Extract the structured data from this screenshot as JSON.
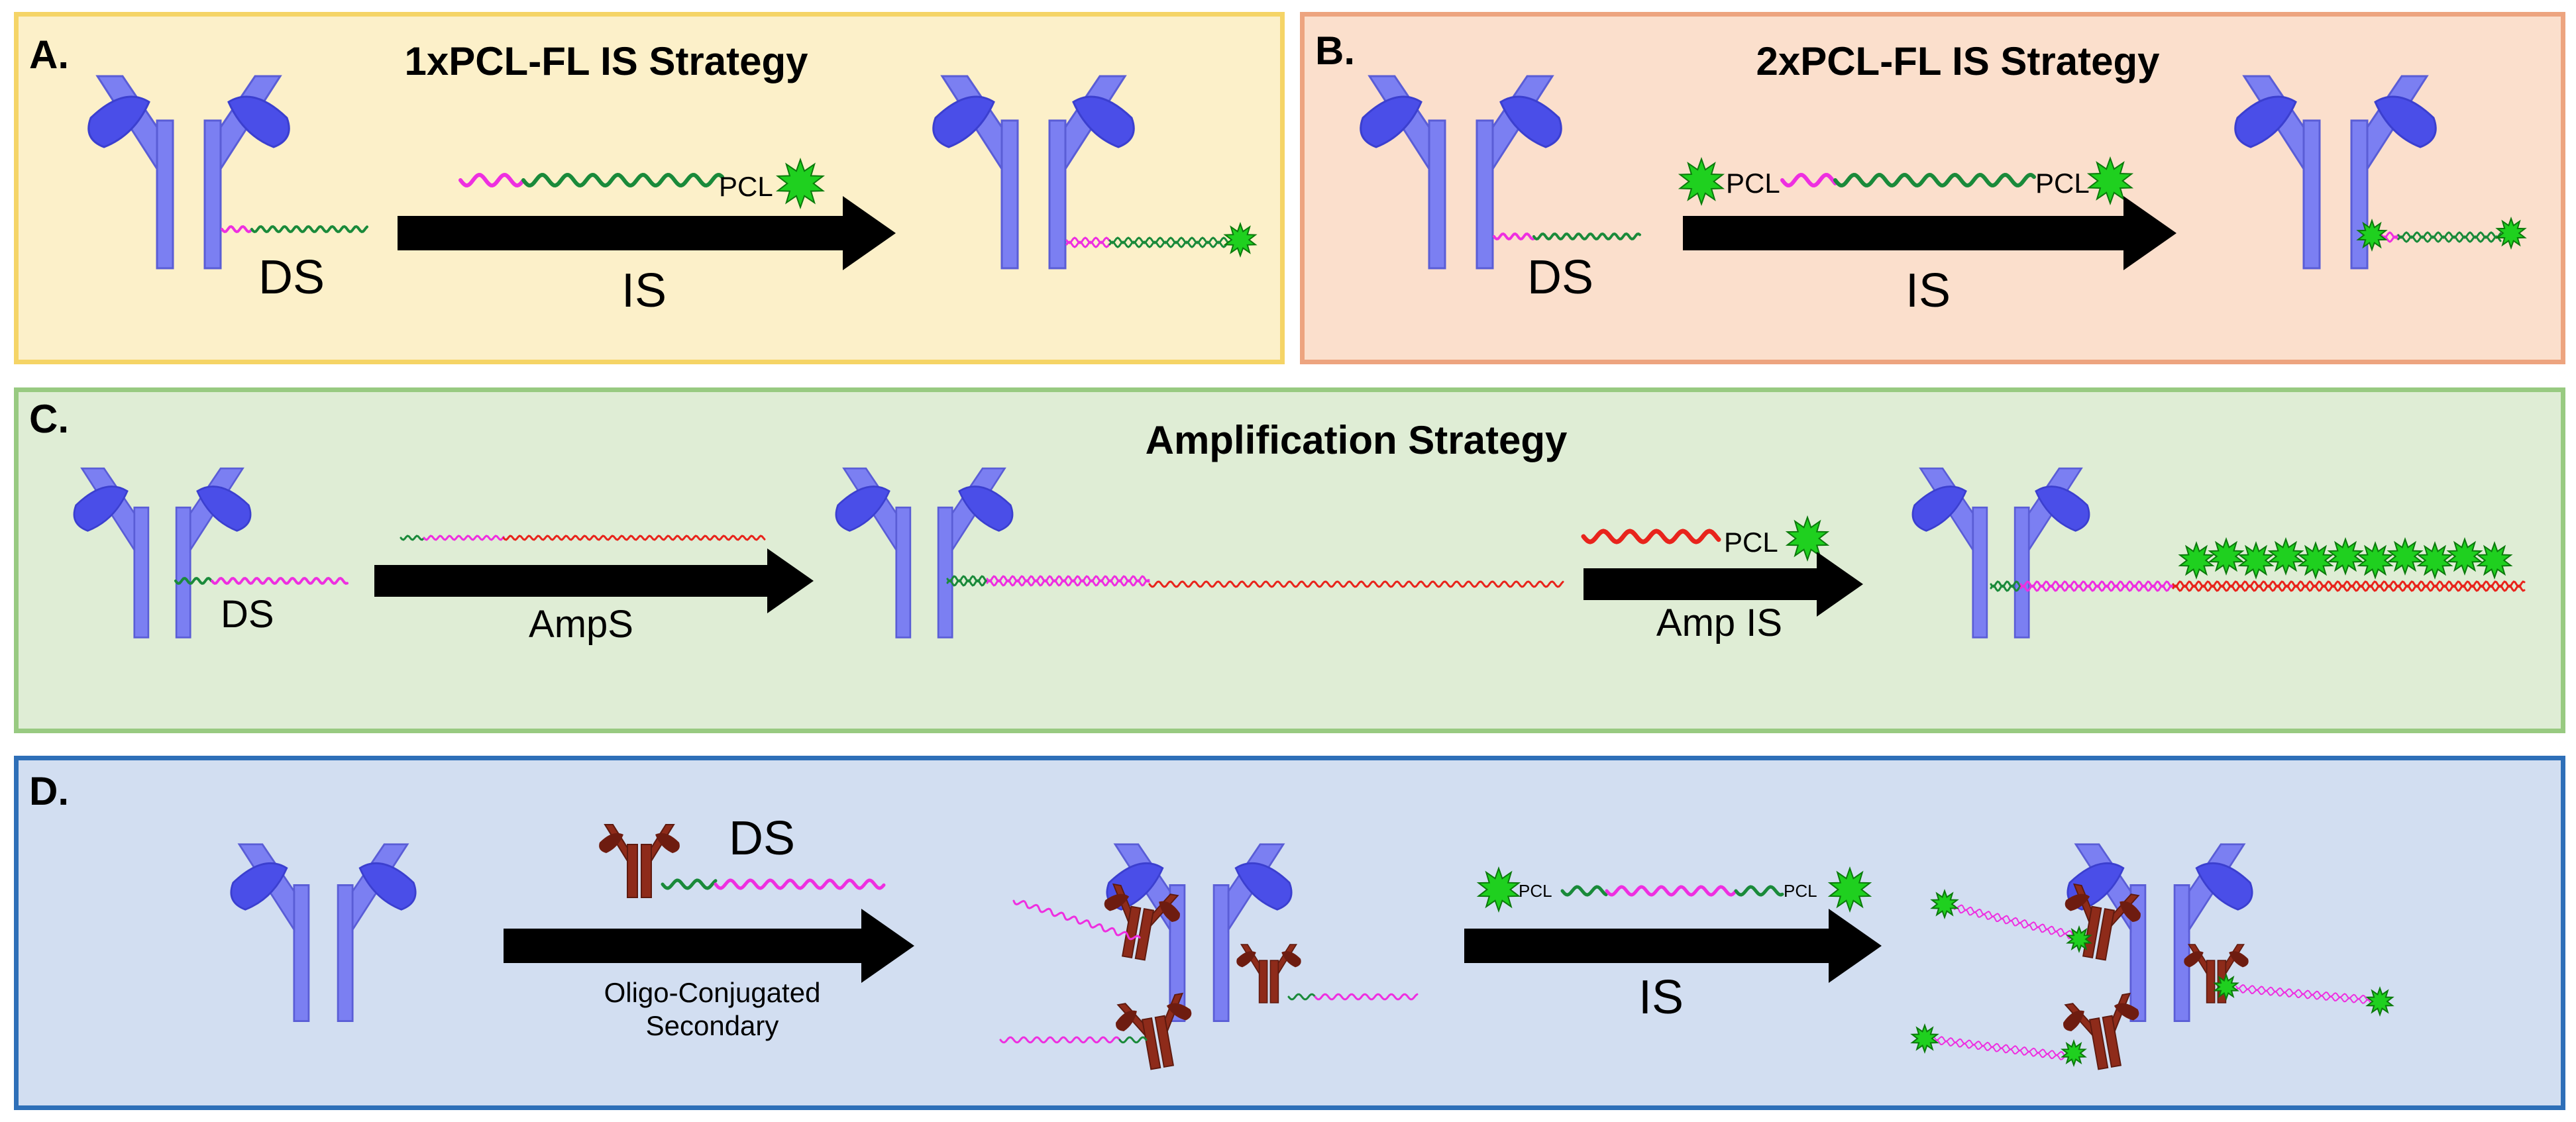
{
  "panels": {
    "a": {
      "label": "A.",
      "title": "1xPCL-FL IS Strategy",
      "ds": "DS",
      "pcl": "PCL",
      "arrow": "IS"
    },
    "b": {
      "label": "B.",
      "title": "2xPCL-FL IS Strategy",
      "ds": "DS",
      "pcl_left": "PCL",
      "pcl_right": "PCL",
      "arrow": "IS"
    },
    "c": {
      "label": "C.",
      "title": "Amplification Strategy",
      "ds": "DS",
      "arrow1": "AmpS",
      "pcl": "PCL",
      "arrow2": "Amp IS"
    },
    "d": {
      "label": "D.",
      "ds": "DS",
      "arrow1_line1": "Oligo-Conjugated",
      "arrow1_line2": "Secondary",
      "pcl_left": "PCL",
      "pcl_right": "PCL",
      "arrow2": "IS"
    }
  },
  "colors": {
    "primary_antibody": "#7b7ff2",
    "primary_antibody_dark": "#4a4ee8",
    "secondary_antibody": "#8e2b1a",
    "fluorophore": "#1fd01f",
    "oligo_pink": "#ee2fe0",
    "oligo_green": "#1a8a3a",
    "oligo_red": "#e8241c",
    "arrow": "#000000"
  }
}
